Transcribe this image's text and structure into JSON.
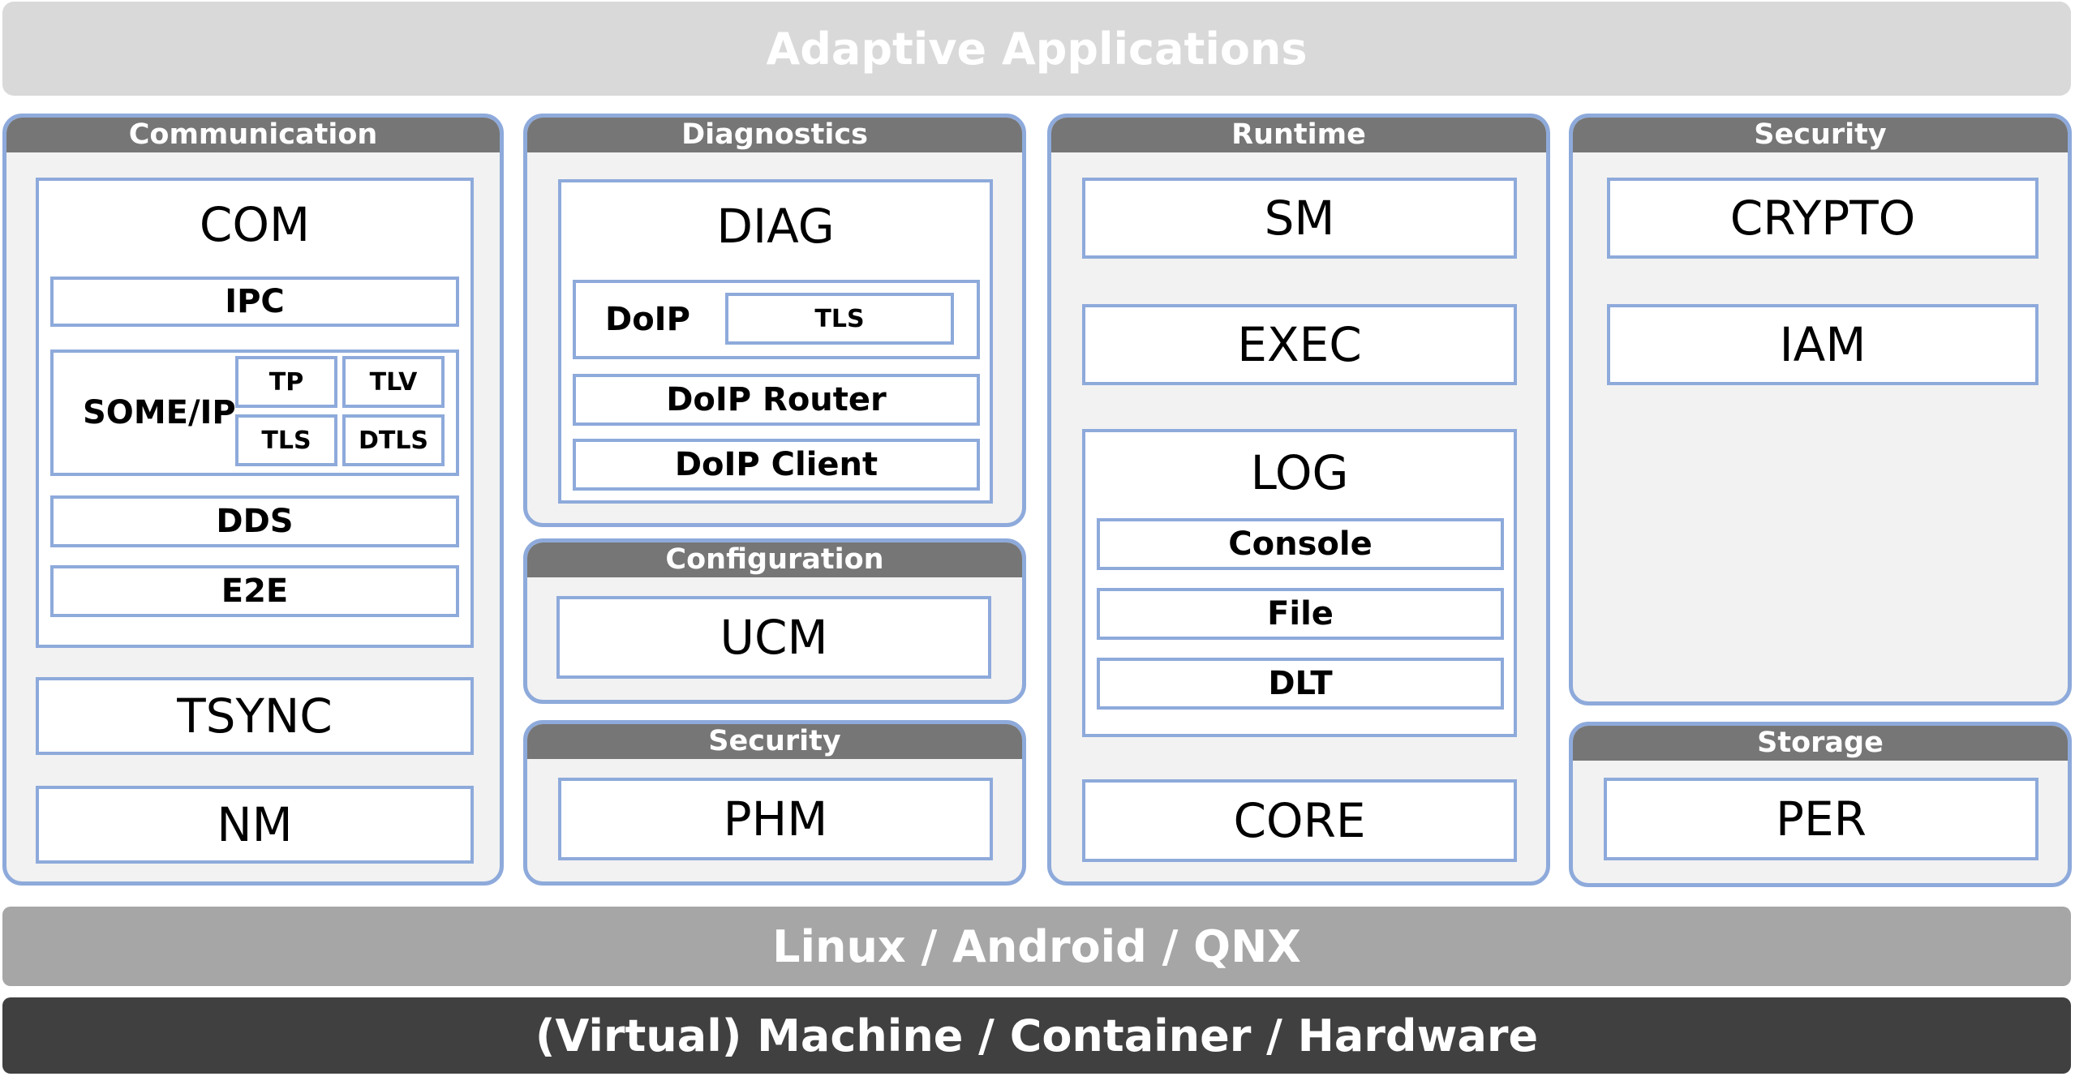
{
  "top_band": "Adaptive Applications",
  "os_band": "Linux / Android / QNX",
  "hw_band": "(Virtual) Machine / Container / Hardware",
  "communication": {
    "header": "Communication",
    "com": {
      "title": "COM",
      "ipc": "IPC",
      "someip": {
        "label": "SOME/IP",
        "tp": "TP",
        "tlv": "TLV",
        "tls": "TLS",
        "dtls": "DTLS"
      },
      "dds": "DDS",
      "e2e": "E2E"
    },
    "tsync": "TSYNC",
    "nm": "NM"
  },
  "diagnostics": {
    "header": "Diagnostics",
    "diag": {
      "title": "DIAG",
      "doip": {
        "label": "DoIP",
        "tls": "TLS"
      },
      "doip_router": "DoIP Router",
      "doip_client": "DoIP Client"
    }
  },
  "configuration": {
    "header": "Configuration",
    "ucm": "UCM"
  },
  "security_mid": {
    "header": "Security",
    "phm": "PHM"
  },
  "runtime": {
    "header": "Runtime",
    "sm": "SM",
    "exec": "EXEC",
    "log": {
      "title": "LOG",
      "console": "Console",
      "file": "File",
      "dlt": "DLT"
    },
    "core": "CORE"
  },
  "security_right": {
    "header": "Security",
    "crypto": "CRYPTO",
    "iam": "IAM"
  },
  "storage": {
    "header": "Storage",
    "per": "PER"
  },
  "colors": {
    "border": "#8eaadb",
    "panel_bg": "#f2f2f2",
    "header_bg": "#767676",
    "top_band": "#d9d9d9",
    "os_band": "#a6a6a6",
    "hw_band": "#404040"
  }
}
